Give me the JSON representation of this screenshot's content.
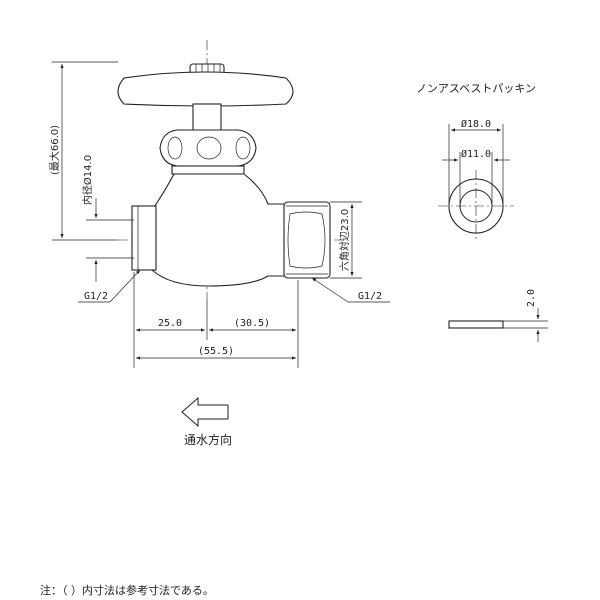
{
  "title_packing": "ノンアスベストパッキン",
  "dims": {
    "max_height": "(最大66.0)",
    "inner_dia": "内径Ø14.0",
    "hex_width": "六角対辺23.0",
    "thread_left": "G1/2",
    "thread_right": "G1/2",
    "len_left": "25.0",
    "len_right": "(30.5)",
    "len_total": "(55.5)",
    "packing_outer": "Ø18.0",
    "packing_inner": "Ø11.0",
    "packing_thick": "2.0"
  },
  "flow_direction": "通水方向",
  "note": "注：（ ）内寸法は参考寸法である。"
}
